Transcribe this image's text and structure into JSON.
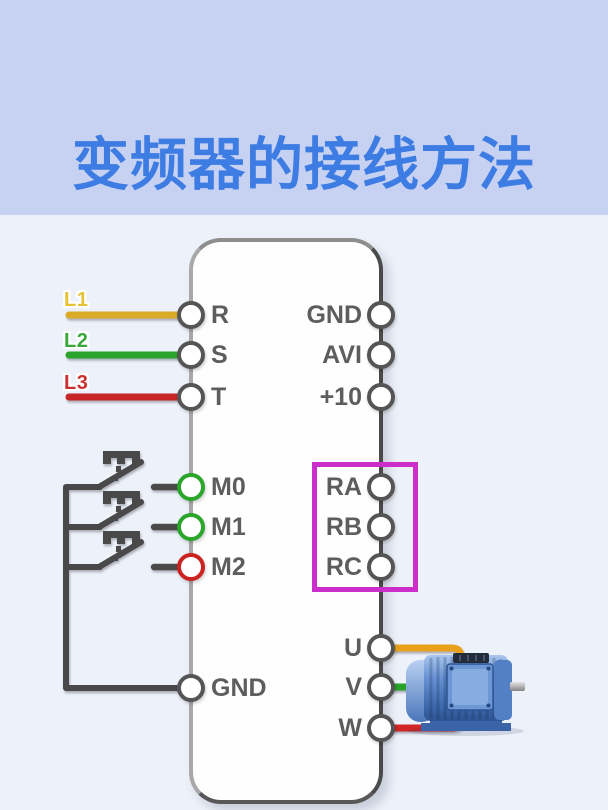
{
  "title": "变频器的接线方法",
  "phase_inputs": [
    {
      "label": "L1",
      "wire_color": "#d9ab26",
      "terminal": "R"
    },
    {
      "label": "L2",
      "wire_color": "#2aa32a",
      "terminal": "S"
    },
    {
      "label": "L3",
      "wire_color": "#c62727",
      "terminal": "T"
    }
  ],
  "inverter": {
    "left_terminals": [
      {
        "label": "R"
      },
      {
        "label": "S"
      },
      {
        "label": "T"
      },
      {
        "label": "M0"
      },
      {
        "label": "M1"
      },
      {
        "label": "M2"
      },
      {
        "label": "GND"
      }
    ],
    "right_terminals": [
      {
        "label": "GND"
      },
      {
        "label": "AVI"
      },
      {
        "label": "+10"
      },
      {
        "label": "RA"
      },
      {
        "label": "RB"
      },
      {
        "label": "RC"
      },
      {
        "label": "U"
      },
      {
        "label": "V"
      },
      {
        "label": "W"
      }
    ]
  },
  "switches": [
    {
      "connects": "M0",
      "state": "open"
    },
    {
      "connects": "M1",
      "state": "open"
    },
    {
      "connects": "M2",
      "state": "open"
    }
  ],
  "highlight_box": {
    "around": [
      "RA",
      "RB",
      "RC"
    ],
    "color": "#cb2ecb"
  },
  "motor": {
    "name": "three-phase-motor",
    "wires": [
      {
        "terminal": "U",
        "color": "#e9a11d"
      },
      {
        "terminal": "V",
        "color": "#25a325"
      },
      {
        "terminal": "W",
        "color": "#d02828"
      }
    ]
  },
  "colors": {
    "title_text": "#3d7ce2",
    "title_band_bg": "#c7d2f2",
    "page_bg": "#edf1f9",
    "inverter_fill": "#fefefe",
    "wire_dark": "#4a4a4a",
    "terminal_ring_gray": "#555555",
    "terminal_ring_green": "#2aa62a",
    "terminal_ring_red": "#cc2222",
    "highlight_magenta": "#cb2ecb",
    "motor_blue": "#4f7cc1"
  }
}
